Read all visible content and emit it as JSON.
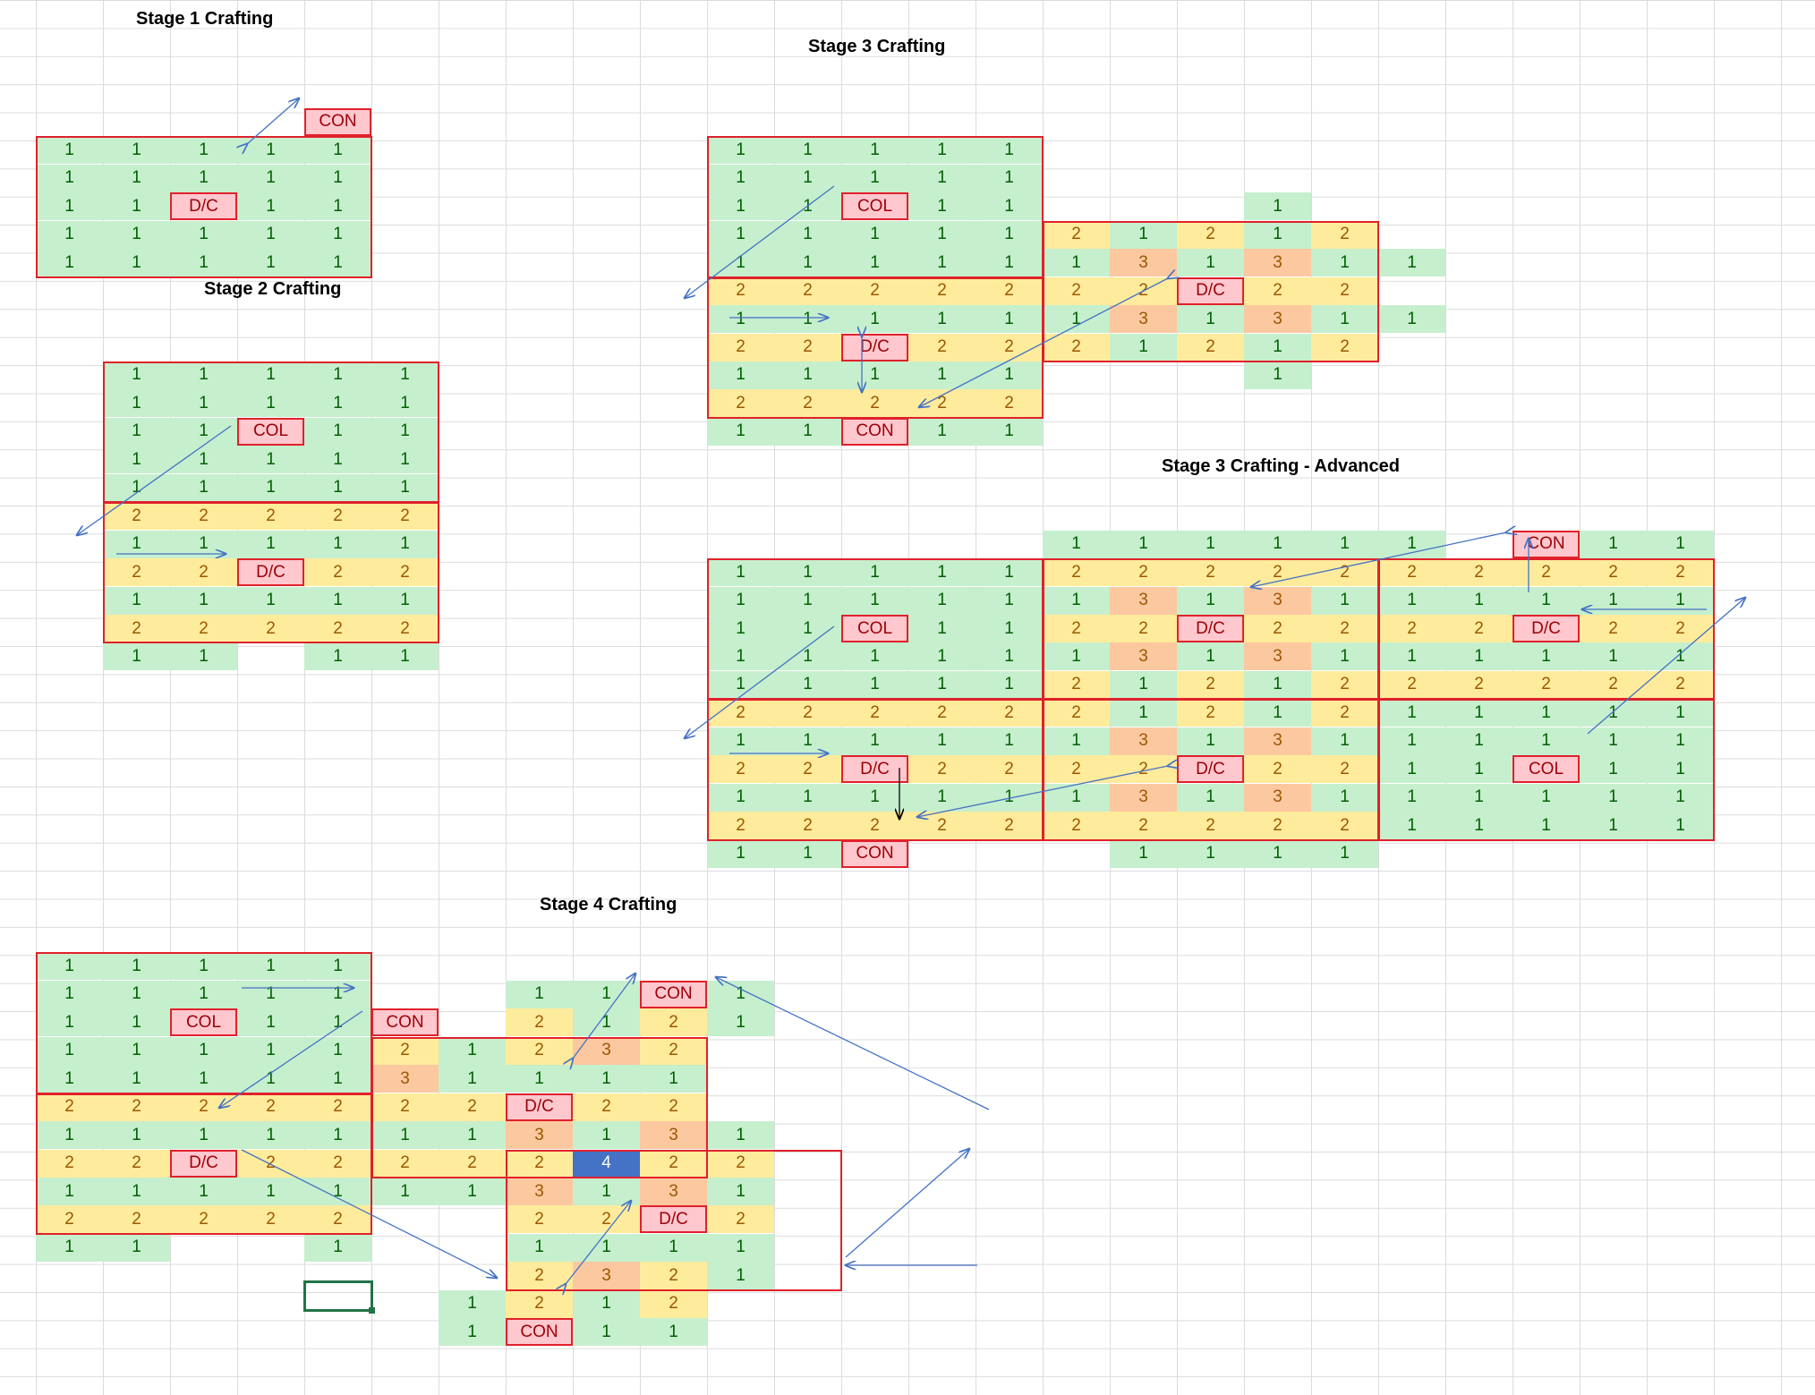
{
  "titles": {
    "stage1": "Stage 1 Crafting",
    "stage2": "Stage 2 Crafting",
    "stage3": "Stage 3 Crafting",
    "stage3adv": "Stage 3 Crafting - Advanced",
    "stage4": "Stage 4 Crafting"
  },
  "legend": {
    "colors": {
      "green": "#c6efce",
      "yellow": "#ffeb9c",
      "orange": "#fcc8a0",
      "blue": "#4472c4",
      "pink": "#ffc7ce",
      "outline": "#e0212b",
      "arrow": "#4472c4"
    },
    "labels": {
      "con": "CON",
      "col": "COL",
      "dc": "D/C"
    }
  },
  "grids": [
    {
      "id": "stage1",
      "col": 0,
      "row": 2,
      "rows": [
        "        CON",
        "g1 g1 g1 g1 g1",
        "g1 g1 g1 g1 g1",
        "g1 g1 pD/C g1 g1",
        "g1 g1 g1 g1 g1",
        "g1 g1 g1 g1 g1"
      ],
      "shift": 0
    },
    {
      "id": "stage2",
      "col": 1,
      "row": 11,
      "rows": [
        "g1 g1 g1 g1 g1",
        "g1 g1 g1 g1 g1",
        "g1 g1 pCOL g1 g1",
        "g1 g1 g1 g1 g1",
        "g1 g1 g1 g1 g1",
        "y2 y2 y2 y2 y2",
        "g1 g1 g1 g1 g1",
        "y2 y2 pD/C y2 y2",
        "g1 g1 g1 g1 g1",
        "y2 y2 y2 y2 y2",
        "g1 g1 _ g1 g1"
      ]
    },
    {
      "id": "stage3a",
      "col": 10,
      "row": 3,
      "rows": [
        "g1 g1 g1 g1 g1",
        "g1 g1 g1 g1 g1",
        "g1 g1 pCOL g1 g1",
        "g1 g1 g1 g1 g1",
        "g1 g1 g1 g1 g1",
        "y2 y2 y2 y2 y2",
        "g1 g1 g1 g1 g1",
        "y2 y2 pD/C y2 y2",
        "g1 g1 g1 g1 g1",
        "y2 y2 y2 y2 y2",
        "g1 g1 pCON g1 g1"
      ]
    },
    {
      "id": "stage3b",
      "col": 15,
      "row": 5,
      "rows": [
        "_ _ _ g1 _ _",
        "y2 g1 y2 g1 y2 _",
        "g1 o3 g1 o3 g1 g1",
        "y2 y2 pD/C y2 y2 _",
        "g1 o3 g1 o3 g1 g1",
        "y2 g1 y2 g1 y2 _",
        "_ _ _ g1 _ _"
      ]
    },
    {
      "id": "stage3adv1",
      "col": 10,
      "row": 18,
      "rows": [
        "g1 g1 g1 g1 g1",
        "g1 g1 g1 g1 g1",
        "g1 g1 pCOL g1 g1",
        "g1 g1 g1 g1 g1",
        "g1 g1 g1 g1 g1",
        "y2 y2 y2 y2 y2",
        "g1 g1 g1 g1 g1",
        "y2 y2 pD/C y2 y2",
        "g1 g1 g1 g1 g1",
        "y2 y2 y2 y2 y2",
        "g1 g1 pCON _ _"
      ]
    },
    {
      "id": "stage3adv2",
      "col": 15,
      "row": 17,
      "rows": [
        "g1 g1 g1 g1 g1",
        "y2 y2 y2 y2 y2",
        "g1 o3 g1 o3 g1",
        "y2 y2 pD/C y2 y2",
        "g1 o3 g1 o3 g1",
        "y2 g1 y2 g1 y2",
        "y2 g1 y2 g1 y2",
        "g1 o3 g1 o3 g1",
        "y2 y2 pD/C y2 y2",
        "g1 o3 g1 o3 g1",
        "y2 y2 y2 y2 y2",
        "_ g1 g1 g1 g1"
      ]
    },
    {
      "id": "stage3adv3",
      "col": 20,
      "row": 17,
      "rows": [
        "g1 _ pCON g1 g1",
        "y2 y2 y2 y2 y2",
        "g1 g1 g1 g1 g1",
        "y2 y2 pD/C y2 y2",
        "g1 g1 g1 g1 g1",
        "y2 y2 y2 y2 y2",
        "g1 g1 g1 g1 g1",
        "g1 g1 g1 g1 g1",
        "g1 g1 pCOL g1 g1",
        "g1 g1 g1 g1 g1",
        "g1 g1 g1 g1 g1"
      ]
    },
    {
      "id": "stage4a",
      "col": 0,
      "row": 32,
      "rows": [
        "g1 g1 g1 g1 g1",
        "g1 g1 g1 g1 g1",
        "g1 g1 pCOL g1 g1",
        "g1 g1 g1 g1 g1",
        "g1 g1 g1 g1 g1",
        "y2 y2 y2 y2 y2",
        "g1 g1 g1 g1 g1",
        "y2 y2 pD/C y2 y2",
        "g1 g1 g1 g1 g1",
        "y2 y2 y2 y2 y2",
        "g1 g1 _ _ g1"
      ]
    },
    {
      "id": "stage4b",
      "col": 5,
      "row": 33,
      "rows": [
        "_ _ g1 g1 pCON g1",
        "pCON _ y2 g1 y2 g1",
        "y2 g1 y2 o3 y2 _",
        "o3 g1 g1 g1 g1 _",
        "y2 y2 pD/C y2 y2 _",
        "g1 g1 o3 g1 o3 g1",
        "y2 y2 y2 b4 y2 y2",
        "g1 g1 o3 g1 o3 g1",
        "_ _ y2 y2 pD/C y2",
        "_ _ g1 g1 g1 g1",
        "_ _ y2 o3 y2 g1",
        "_ g1 y2 g1 y2 _",
        "_ g1 pCON g1 g1 _"
      ]
    }
  ]
}
